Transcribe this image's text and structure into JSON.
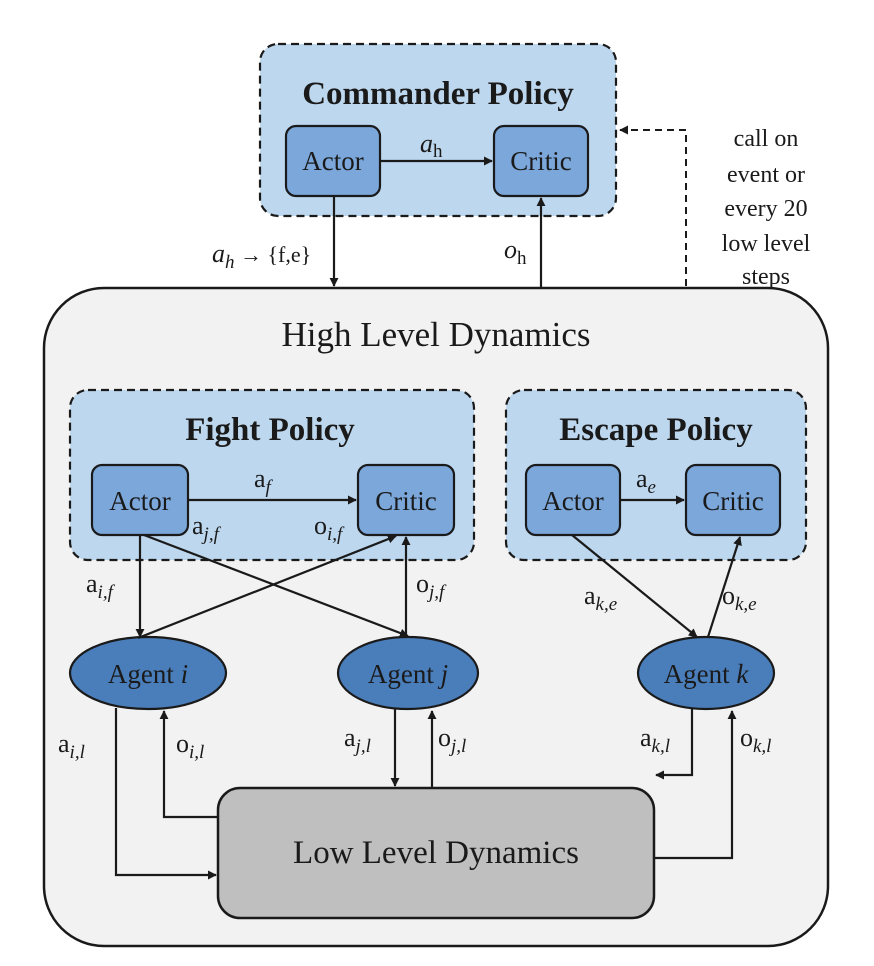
{
  "commander": {
    "title": "Commander Policy",
    "actor": "Actor",
    "critic": "Critic",
    "action_label": "a",
    "action_sub": "h",
    "out_action_label": "a",
    "out_action_sub": "h",
    "out_action_rest": " → {f,e}",
    "obs_label": "o",
    "obs_sub": "h"
  },
  "call_note": [
    "call on",
    "event or",
    "every 20",
    "low level",
    "steps"
  ],
  "high_level": {
    "title": "High Level Dynamics"
  },
  "fight": {
    "title": "Fight Policy",
    "actor": "Actor",
    "critic": "Critic",
    "action_label": "a",
    "action_sub": "f",
    "a_if": {
      "base": "a",
      "sub": "i,f"
    },
    "a_jf": {
      "base": "a",
      "sub": "j,f"
    },
    "o_if": {
      "base": "o",
      "sub": "i,f"
    },
    "o_jf": {
      "base": "o",
      "sub": "j,f"
    }
  },
  "escape": {
    "title": "Escape Policy",
    "actor": "Actor",
    "critic": "Critic",
    "action_label": "a",
    "action_sub": "e",
    "a_ke": {
      "base": "a",
      "sub": "k,e"
    },
    "o_ke": {
      "base": "o",
      "sub": "k,e"
    }
  },
  "agents": {
    "i": {
      "prefix": "Agent ",
      "name": "i"
    },
    "j": {
      "prefix": "Agent ",
      "name": "j"
    },
    "k": {
      "prefix": "Agent ",
      "name": "k"
    }
  },
  "low_level": {
    "title": "Low Level Dynamics",
    "a_il": {
      "base": "a",
      "sub": "i,l"
    },
    "o_il": {
      "base": "o",
      "sub": "i,l"
    },
    "a_jl": {
      "base": "a",
      "sub": "j,l"
    },
    "o_jl": {
      "base": "o",
      "sub": "j,l"
    },
    "a_kl": {
      "base": "a",
      "sub": "k,l"
    },
    "o_kl": {
      "base": "o",
      "sub": "k,l"
    }
  },
  "colors": {
    "policy_fill": "#bdd7ee",
    "node_fill": "#7ba7db",
    "agent_fill": "#4a7ebb",
    "high_level_fill": "#f2f2f2",
    "low_level_fill": "#bfbfbf",
    "stroke": "#1a1a1a"
  }
}
